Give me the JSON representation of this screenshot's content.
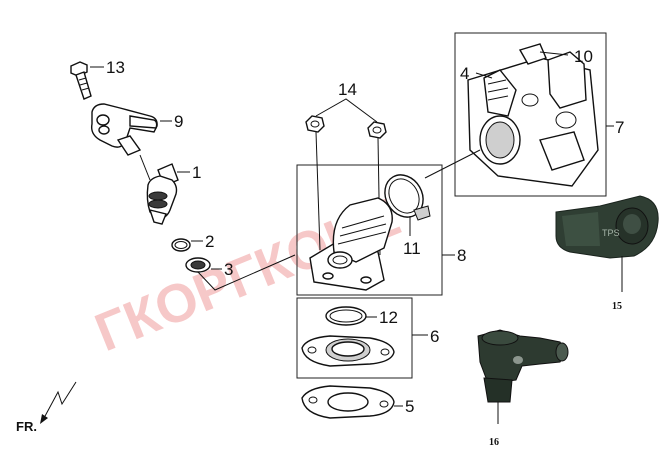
{
  "watermark": "ГКОРГКОНЕ",
  "front_marker": "FR.",
  "callouts": {
    "c1": "1",
    "c2": "2",
    "c3": "3",
    "c4": "4",
    "c5": "5",
    "c6": "6",
    "c7": "7",
    "c8": "8",
    "c9": "9",
    "c10": "10",
    "c11": "11",
    "c12": "12",
    "c13": "13",
    "c14": "14",
    "c15": "15",
    "c16": "16"
  },
  "sensor_label": "TPS"
}
